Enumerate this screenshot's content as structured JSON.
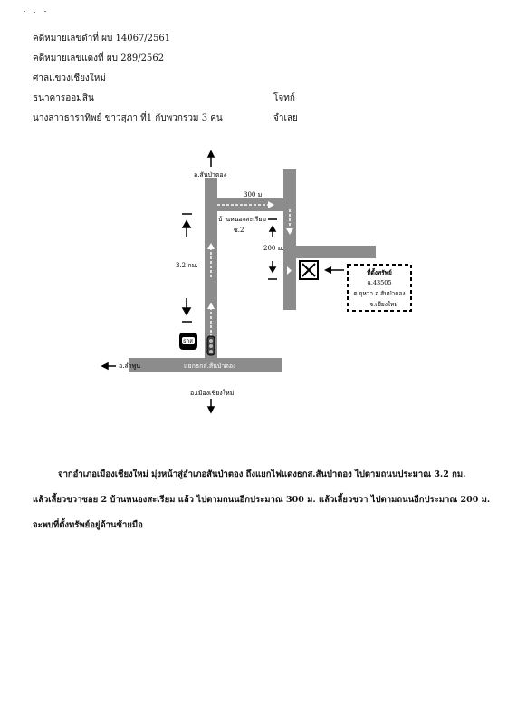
{
  "header": {
    "black_case": "คดีหมายเลขดำที่ ผบ 14067/2561",
    "red_case": "คดีหมายเลขแดงที่ ผบ 289/2562",
    "court": "ศาลแขวงเชียงใหม่",
    "plaintiff": "ธนาคารออมสิน",
    "plaintiff_role": "โจทก์",
    "defendant": "นางสาวธาราทิพย์  ขาวสุภา   ที่1  กับพวกรวม 3 คน",
    "defendant_role": "จำเลย"
  },
  "map": {
    "north_dest": "อ.สันป่าตอง",
    "distance_top": "300 ม.",
    "soi_label_1": "บ้านหนองสะเรียม",
    "soi_label_2": "ซ.2",
    "distance_right": "200 ม.",
    "distance_left": "3.2 กม.",
    "west_dest": "อ.ลำพูน",
    "junction": "แยกธกส.สันป่าตอง",
    "south_dest": "อ.เมืองเชียงใหม่",
    "bank_icon_text": "ธกส",
    "property_box": {
      "line1": "ที่ตั้งทรัพย์",
      "line2": "ฉ.43505",
      "line3": "ต.ยุหว่า อ.สันป่าตอง",
      "line4": "จ.เชียงใหม่"
    }
  },
  "directions": {
    "line1": "จากอำเภอเมืองเชียงใหม่ มุ่งหน้าสู่อำเภอสันป่าตอง ถึงแยกไฟแดงธกส.สันป่าตอง  ไปตามถนนประมาณ 3.2 กม.",
    "line2": "แล้วเลี้ยวขวาซอย 2 บ้านหนองสะเรียม  แล้ว ไปตามถนนอีกประมาณ 300 ม. แล้วเลี้ยวขวา ไปตามถนนอีกประมาณ 200 ม.",
    "line3": "จะพบที่ตั้งทรัพย์อยู่ด้านซ้ายมือ"
  }
}
